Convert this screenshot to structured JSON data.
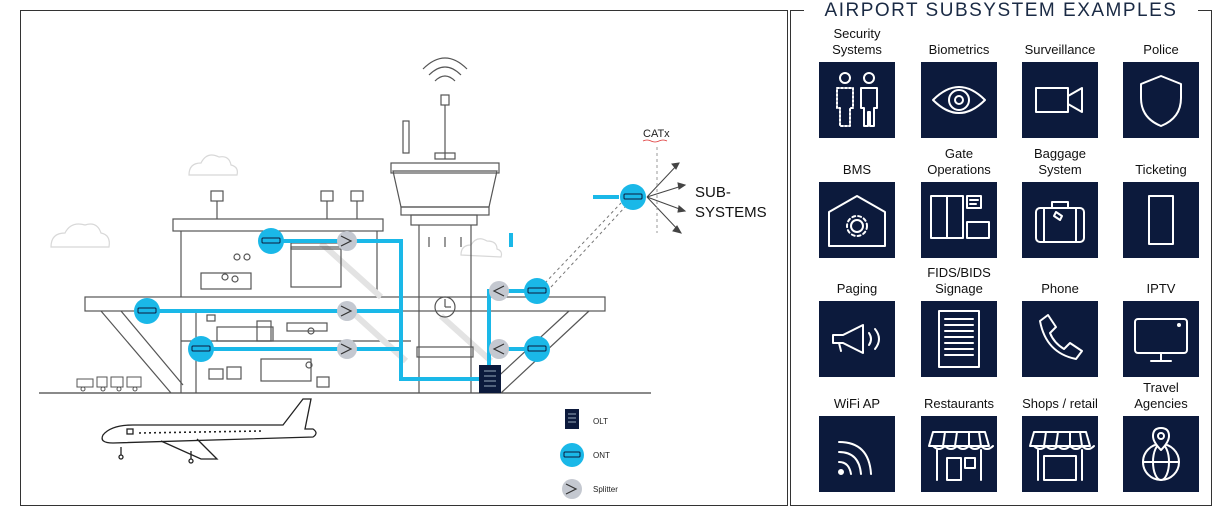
{
  "panel_title": "AIRPORT SUBSYSTEM EXAMPLES",
  "diagram": {
    "catx_label": "CATx",
    "subsystems_label_line1": "SUB-",
    "subsystems_label_line2": "SYSTEMS",
    "legend": {
      "olt": "OLT",
      "ont": "ONT",
      "splitter": "Splitter"
    }
  },
  "tiles": [
    {
      "label": "Security\nSystems",
      "icon": "security-systems-icon"
    },
    {
      "label": "Biometrics",
      "icon": "eye-icon"
    },
    {
      "label": "Surveillance",
      "icon": "camera-icon"
    },
    {
      "label": "Police",
      "icon": "shield-icon"
    },
    {
      "label": "BMS",
      "icon": "building-gear-icon"
    },
    {
      "label": "Gate\nOperations",
      "icon": "gate-icon"
    },
    {
      "label": "Baggage\nSystem",
      "icon": "suitcase-icon"
    },
    {
      "label": "Ticketing",
      "icon": "ticket-icon"
    },
    {
      "label": "Paging",
      "icon": "megaphone-icon"
    },
    {
      "label": "FIDS/BIDS\nSignage",
      "icon": "signage-icon"
    },
    {
      "label": "Phone",
      "icon": "phone-icon"
    },
    {
      "label": "IPTV",
      "icon": "tv-icon"
    },
    {
      "label": "WiFi AP",
      "icon": "wifi-icon"
    },
    {
      "label": "Restaurants",
      "icon": "restaurant-awning-icon"
    },
    {
      "label": "Shops / retail",
      "icon": "shop-awning-icon"
    },
    {
      "label": "Travel\nAgencies",
      "icon": "globe-pin-icon"
    }
  ],
  "colors": {
    "fiber": "#1ab8e8",
    "ont": "#1ab8e8",
    "splitter": "#c4c8d0",
    "tile_bg": "#0c1a3c",
    "line": "#444444"
  }
}
